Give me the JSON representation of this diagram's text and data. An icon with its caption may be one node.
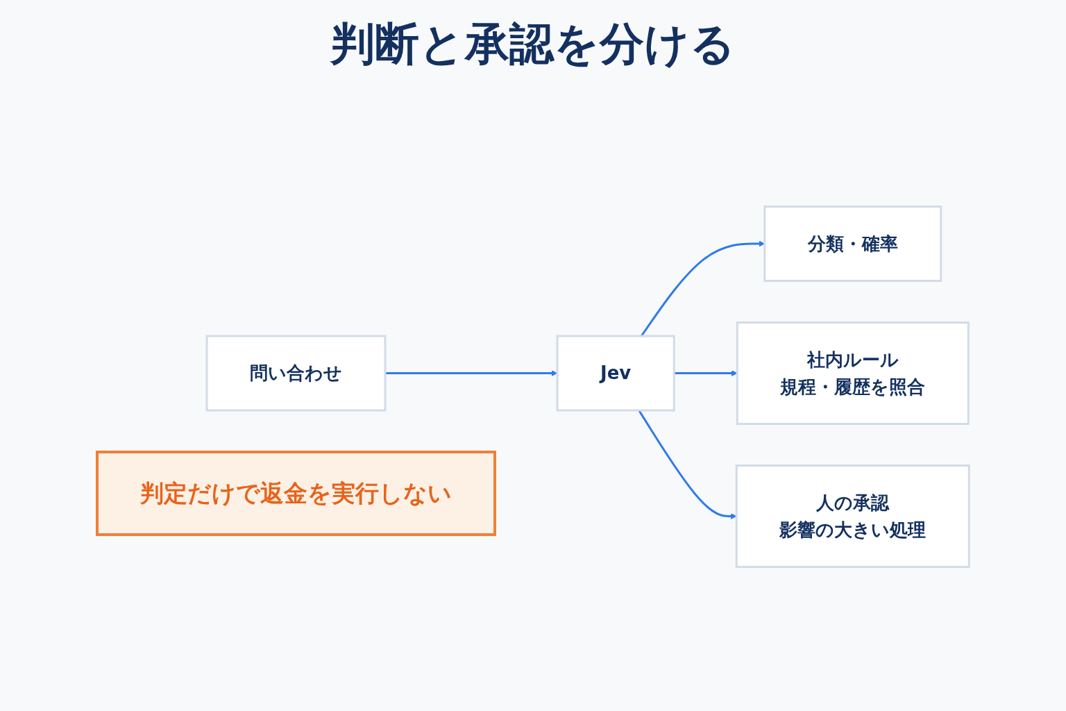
{
  "diagram": {
    "title": "判断と承認を分ける",
    "nodes": [
      {
        "text": [
          "問い合わせ"
        ]
      },
      {
        "text": [
          "Jev"
        ]
      },
      {
        "text": [
          "分類・確率"
        ]
      },
      {
        "text": [
          "社内ルール",
          "規程・履歴を照合"
        ]
      },
      {
        "text": [
          "人の承認",
          "影響の大きい処理"
        ]
      },
      {
        "text": [
          "判定だけで返金を実行しない"
        ]
      }
    ],
    "edges": [
      {
        "from": 0,
        "to": 1,
        "arrow": "to"
      },
      {
        "from": 1,
        "to": 2,
        "arrow": "to"
      },
      {
        "from": 1,
        "to": 3,
        "arrow": "to"
      },
      {
        "from": 1,
        "to": 4,
        "arrow": "to"
      }
    ]
  }
}
